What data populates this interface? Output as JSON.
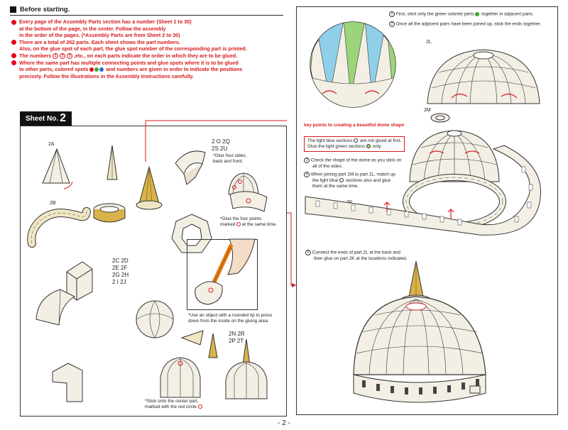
{
  "heading": "Before starting.",
  "notes": {
    "n1": [
      "Every page of the Assembly Parts section has a number (Sheet 1 to 30)",
      "at the bottom of the page, in the center. Follow the assembly",
      "in the order of the pages. (*Assembly Parts are from Sheet 2 to 30)"
    ],
    "n2": [
      "There are a total of 262 parts.  Each sheet shows the part numbers.",
      "Also, on the glue spot of each part, the glue spot number of the corresponding part is printed."
    ],
    "n3_pre": "The numbers",
    "n3_post": ",etc., on each parts indicate the order in which they are to be glued.",
    "n4": [
      "Where the same part has multiple connecting points and glue spots where it is to be glued",
      "to other parts, colored spots"
    ],
    "n4_post": "and numbers are given in order to indicate the positions",
    "n4_last": "precisely. Follow the illustrations in the Assembly Instructions carefully.",
    "step_numbers": [
      "1",
      "2",
      "3"
    ]
  },
  "sheet": {
    "prefix": "Sheet No.",
    "number": "2"
  },
  "left": {
    "label_2a": "2A",
    "label_2b": "2B",
    "codes_top": [
      "2 O  2Q",
      "2S   2U"
    ],
    "glue_sides": [
      "*Glue four sides,",
      "back and front."
    ],
    "glue_points": [
      "*Glue the four points",
      "marked",
      "at the same time."
    ],
    "codes_mid": [
      "2C   2D",
      "2E   2F",
      "2G   2H",
      "2 I    2J"
    ],
    "use_object": [
      "*Use an object with a rounded tip to press",
      "down from the inside on the gluing area."
    ],
    "codes_low": [
      "2N   2R",
      "2P   2T"
    ],
    "stick_center": [
      "*Stick onto the center part,",
      "marked with the red circle"
    ]
  },
  "right": {
    "step1": "First, stick only the green colored parts",
    "step1_post": "together in adjacent pairs.",
    "step2": "Once all the adjacent pairs have been joined up, stick the ends together.",
    "label_2l": "2L",
    "label_2m": "2M",
    "label_2k": "2K",
    "key_title": "key points to creating a beautiful dome shape",
    "key_lines": [
      "The light blue sections",
      "are not glued at first.",
      "Glue the light green sections",
      "only."
    ],
    "step3": [
      "Check the shape of the dome as you stick on",
      "all of the sides."
    ],
    "step4": [
      "When joining part 2M to part 2L, match up",
      "the light blue",
      "sections also and glue",
      "them at the same time."
    ],
    "step5": [
      "Connect the ends of part 2L at the back and",
      "then glue on part 2K at the locations indicated."
    ],
    "step_numbers": [
      "1",
      "2",
      "3",
      "4",
      "5"
    ]
  },
  "page_number": "- 2 -",
  "colors": {
    "accent_red": "#d7191c",
    "spot_red": "#e3001b",
    "spot_green": "#3aa935",
    "spot_blue": "#2b6cc4",
    "light_green": "#9bd47a",
    "light_blue": "#8fd0e8",
    "paper": "#f3efe4",
    "gold": "#d9b24a"
  }
}
